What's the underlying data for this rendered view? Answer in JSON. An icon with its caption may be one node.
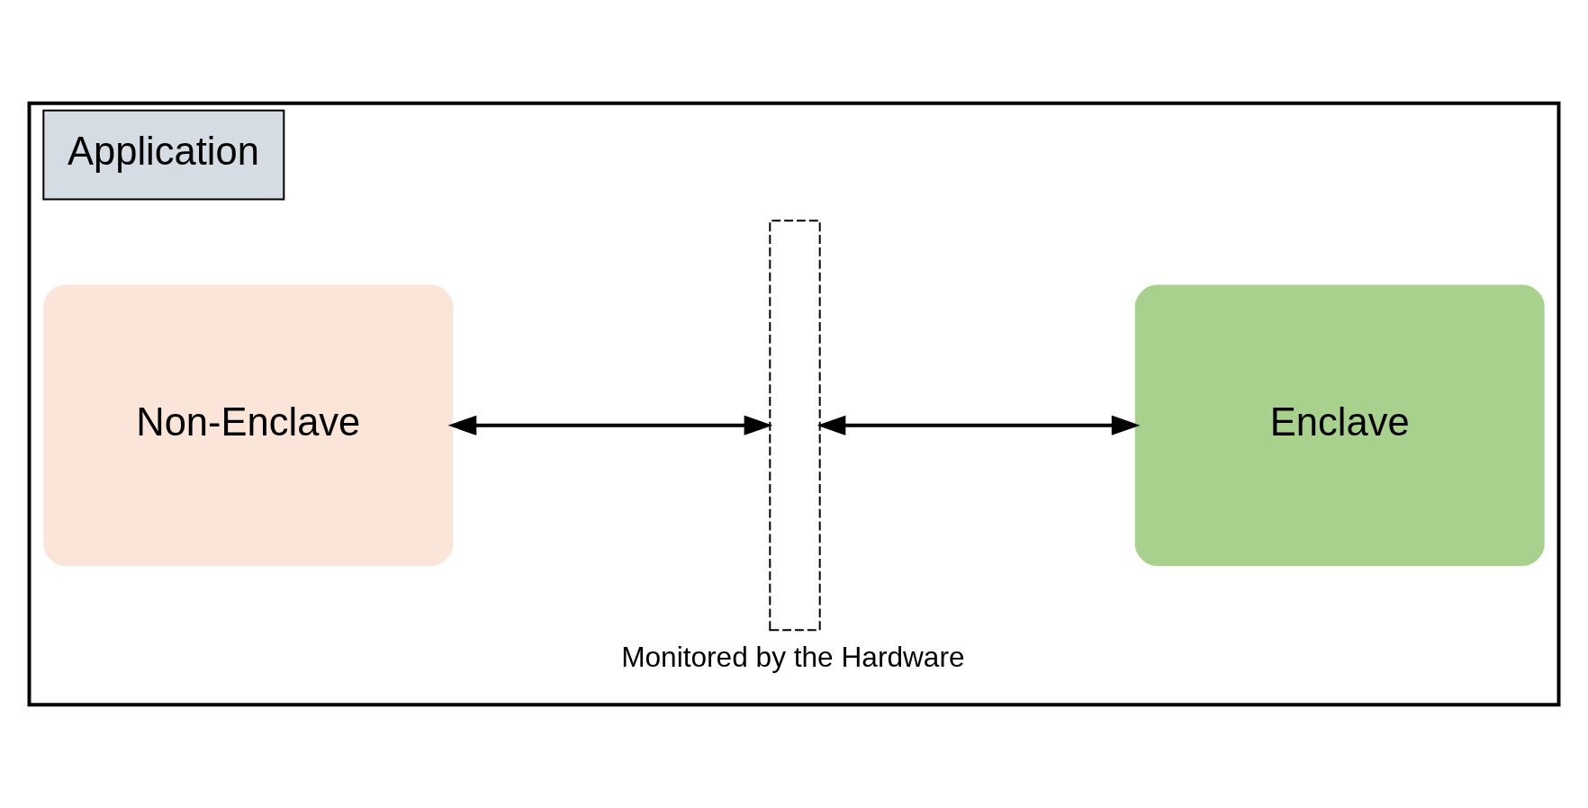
{
  "diagram": {
    "nodes": [
      {
        "text": [
          "Application"
        ]
      },
      {
        "text": [
          "Non-Enclave"
        ],
        "in": 0
      },
      {
        "text": [],
        "shape": "bar",
        "in": 0,
        "beside": [
          "Monitored by the Hardware"
        ]
      },
      {
        "text": [
          "Enclave"
        ],
        "in": 0
      }
    ],
    "edges": [
      {
        "from": 1,
        "to": 2,
        "arrow": "both"
      },
      {
        "from": 2,
        "to": 3,
        "arrow": "both"
      }
    ]
  }
}
